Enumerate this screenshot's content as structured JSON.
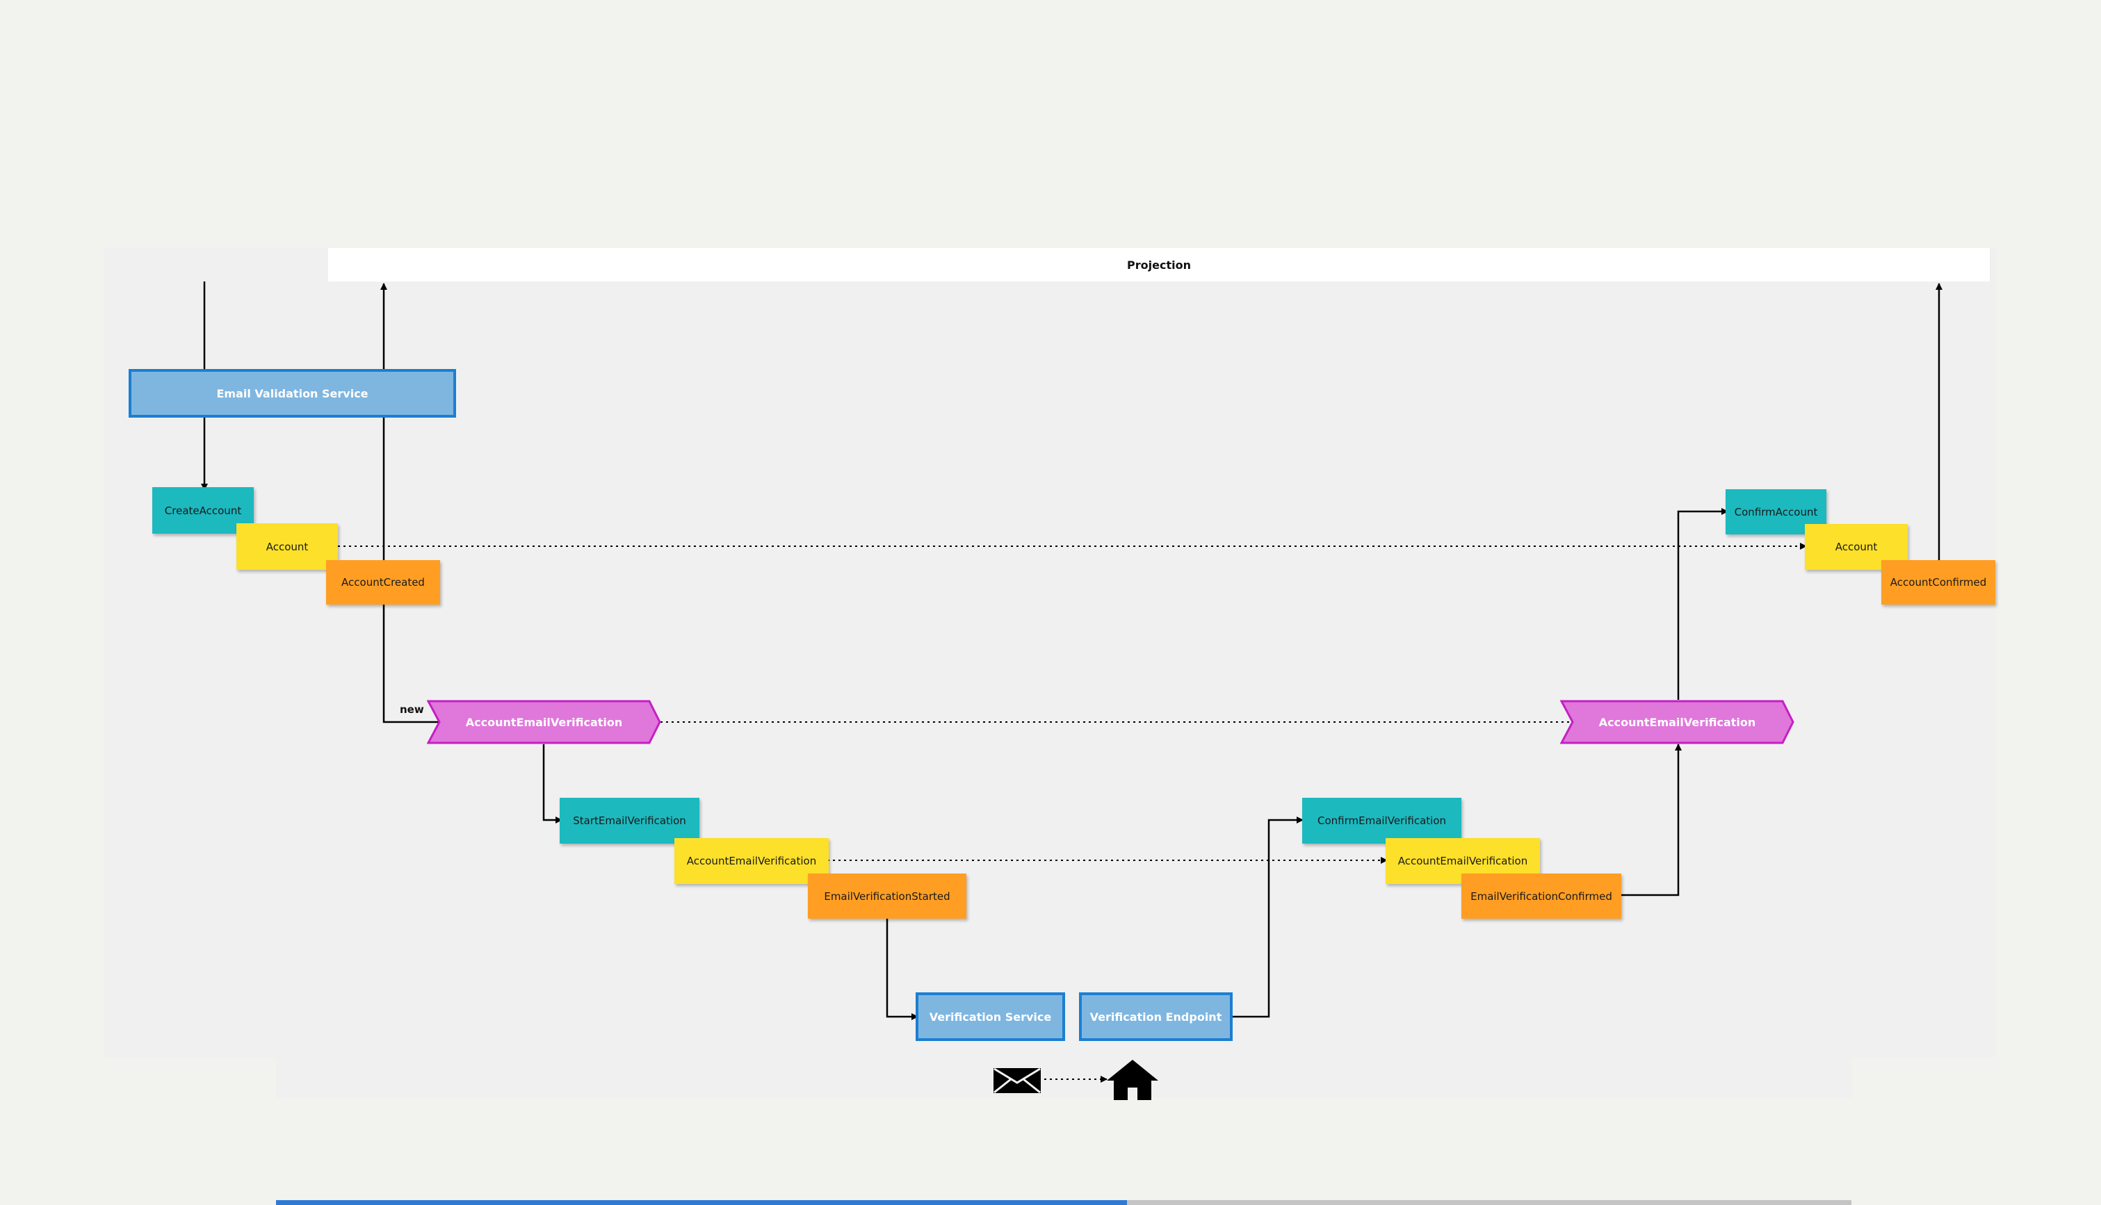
{
  "projection": {
    "label": "Projection"
  },
  "systems": {
    "email_validation": "Email Validation Service",
    "verification_service": "Verification Service",
    "verification_endpoint": "Verification Endpoint"
  },
  "commands": {
    "create_account": "CreateAccount",
    "start_email_verification": "StartEmailVerification",
    "confirm_email_verification": "ConfirmEmailVerification",
    "confirm_account": "ConfirmAccount"
  },
  "aggregates": {
    "account_left": "Account",
    "account_email_verification_left": "AccountEmailVerification",
    "account_email_verification_right": "AccountEmailVerification",
    "account_right": "Account"
  },
  "events": {
    "account_created": "AccountCreated",
    "email_verification_started": "EmailVerificationStarted",
    "email_verification_confirmed": "EmailVerificationConfirmed",
    "account_confirmed": "AccountConfirmed"
  },
  "policies": {
    "left": "AccountEmailVerification",
    "right": "AccountEmailVerification"
  },
  "edge_labels": {
    "new": "new"
  },
  "icons": {
    "email": "envelope-icon",
    "home": "house-icon"
  },
  "colors": {
    "command": "#1cb9bf",
    "aggregate": "#fde02a",
    "event": "#ff9e23",
    "system_fill": "#7fb6e0",
    "system_border": "#1b7fd1",
    "policy_fill": "#e077db",
    "policy_border": "#c41fc4"
  }
}
